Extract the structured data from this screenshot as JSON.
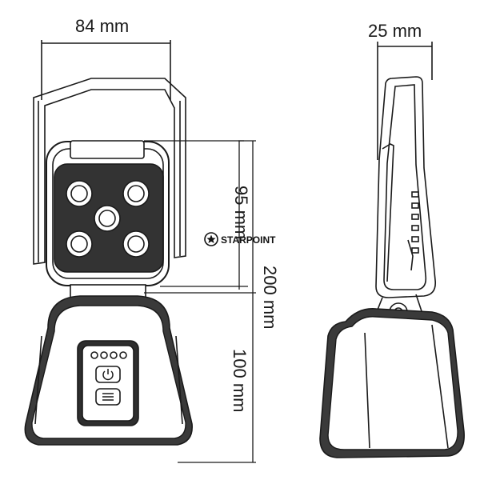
{
  "dimensions": {
    "width": "84 mm",
    "depth": "25 mm",
    "head_height": "95 mm",
    "total_height": "200 mm",
    "base_height": "100 mm"
  },
  "brand": {
    "name": "STARPOINT",
    "logo_icon": "star-in-circle-icon"
  },
  "colors": {
    "line": "#1a1a1a",
    "base_fill": "#3a3a3a",
    "panel_fill": "#ffffff"
  }
}
